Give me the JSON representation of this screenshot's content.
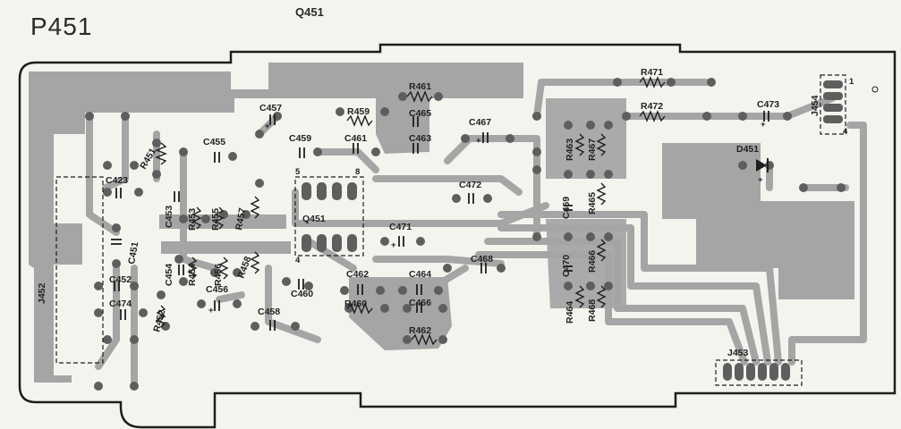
{
  "header": {
    "board_id": "P451",
    "ic_ref": "Q451"
  },
  "components": {
    "resistors": [
      "R451",
      "R452",
      "R453",
      "R454",
      "R455",
      "R456",
      "R457",
      "R458",
      "R459",
      "R460",
      "R461",
      "R462",
      "R463",
      "R464",
      "R465",
      "R466",
      "R467",
      "R468",
      "R471",
      "R472"
    ],
    "capacitors": [
      "C451",
      "C452",
      "C453",
      "C454",
      "C455",
      "C456",
      "C457",
      "C458",
      "C459",
      "C460",
      "C461",
      "C462",
      "C463",
      "C464",
      "C465",
      "C466",
      "C467",
      "C468",
      "C469",
      "C470",
      "C471",
      "C472",
      "C473",
      "C474",
      "C423"
    ],
    "ic": {
      "ref": "Q451",
      "pin_labels": [
        "5",
        "8",
        "4"
      ]
    },
    "diode": "D451",
    "connectors": [
      {
        "ref": "J452"
      },
      {
        "ref": "J453"
      },
      {
        "ref": "J454",
        "pin_labels": [
          "1",
          "4"
        ]
      }
    ],
    "polarity_marks": [
      "+",
      "+",
      "+",
      "+",
      "+",
      "+"
    ]
  },
  "colors": {
    "board": "#f4f3ee",
    "copper": "#a5a5a5",
    "outline": "#1e1e1e",
    "pad": "#5e5e5e"
  }
}
